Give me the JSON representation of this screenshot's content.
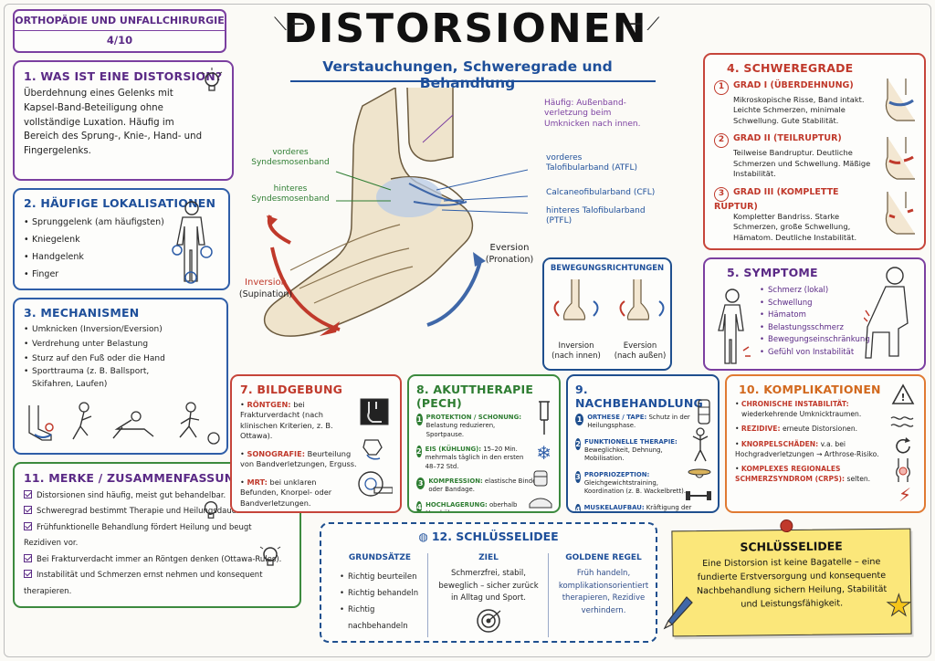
{
  "header": {
    "course": "ORTHOPÄDIE UND UNFALLCHIRURGIE",
    "page": "4/10",
    "title": "DISTORSIONEN",
    "subtitle": "Verstauchungen, Schweregrade und Behandlung"
  },
  "s1": {
    "title": "1. WAS IST EINE DISTORSION?",
    "text": "Überdehnung eines Gelenks mit Kapsel-Band-Beteiligung ohne vollständige Luxation. Häufig im Bereich des Sprung-, Knie-, Hand- und Fingergelenks."
  },
  "s2": {
    "title": "2. HÄUFIGE LOKALISATIONEN",
    "items": [
      "Sprunggelenk (am häufigsten)",
      "Kniegelenk",
      "Handgelenk",
      "Finger"
    ]
  },
  "s3": {
    "title": "3. MECHANISMEN",
    "items": [
      "Umknicken (Inversion/Eversion)",
      "Verdrehung unter Belastung",
      "Sturz auf den Fuß oder die Hand",
      "Sporttrauma (z. B. Ballsport, Skifahren, Laufen)"
    ]
  },
  "foot": {
    "vorderes": "vorderes Syndesmosenband",
    "hinteres": "hinteres Syndesmosenband",
    "haeufig": "Häufig: Außenband-verletzung beim Umknicken nach innen.",
    "atfl": "vorderes Talofibularband (ATFL)",
    "cfl": "Calcaneofibularband (CFL)",
    "ptfl": "hinteres Talofibularband (PTFL)",
    "inversion": "Inversion",
    "supination": "(Supination)",
    "eversion": "Eversion",
    "pronation": "(Pronation)"
  },
  "bew": {
    "title": "BEWEGUNGSRICHTUNGEN",
    "inv": "Inversion",
    "inv_sub": "(nach innen)",
    "ev": "Eversion",
    "ev_sub": "(nach außen)"
  },
  "s4": {
    "title": "4. SCHWEREGRADE",
    "grades": [
      {
        "num": "1",
        "name": "GRAD I (ÜBERDEHNUNG)",
        "text": "Mikroskopische Risse, Band intakt. Leichte Schmerzen, minimale Schwellung. Gute Stabilität."
      },
      {
        "num": "2",
        "name": "GRAD II (TEILRUPTUR)",
        "text": "Teilweise Bandruptur. Deutliche Schmerzen und Schwellung. Mäßige Instabilität."
      },
      {
        "num": "3",
        "name": "GRAD III (KOMPLETTE RUPTUR)",
        "text": "Kompletter Bandriss. Starke Schmerzen, große Schwellung, Hämatom. Deutliche Instabilität."
      }
    ]
  },
  "s5": {
    "title": "5. SYMPTOME",
    "items": [
      "Schmerz (lokal)",
      "Schwellung",
      "Hämatom",
      "Belastungsschmerz",
      "Bewegungseinschränkung",
      "Gefühl von Instabilität"
    ]
  },
  "s7": {
    "title": "7. BILDGEBUNG",
    "items": [
      {
        "k": "RÖNTGEN:",
        "v": "bei Frakturverdacht (nach klinischen Kriterien, z. B. Ottawa)."
      },
      {
        "k": "SONOGRAFIE:",
        "v": "Beurteilung von Bandverletzungen, Erguss."
      },
      {
        "k": "MRT:",
        "v": "bei unklaren Befunden, Knorpel- oder Bandverletzungen."
      }
    ]
  },
  "s8": {
    "title": "8. AKUTTHERAPIE (PECH)",
    "items": [
      {
        "n": "1",
        "k": "PROTEKTION / SCHONUNG:",
        "v": "Belastung reduzieren, Sportpause."
      },
      {
        "n": "2",
        "k": "EIS (KÜHLUNG):",
        "v": "15–20 Min. mehrmals täglich in den ersten 48–72 Std."
      },
      {
        "n": "3",
        "k": "KOMPRESSION:",
        "v": "elastische Binde oder Bandage."
      },
      {
        "n": "4",
        "k": "HOCHLAGERUNG:",
        "v": "oberhalb Herzhöhe zur Schwellungsreduktion."
      }
    ]
  },
  "s9": {
    "title": "9. NACHBEHANDLUNG",
    "items": [
      {
        "n": "1",
        "k": "ORTHESE / TAPE:",
        "v": "Schutz in der Heilungsphase."
      },
      {
        "n": "2",
        "k": "FUNKTIONELLE THERAPIE:",
        "v": "Beweglichkeit, Dehnung, Mobilisation."
      },
      {
        "n": "3",
        "k": "PROPRIOZEPTION:",
        "v": "Gleichgewichtstraining, Koordination (z. B. Wackelbrett)."
      },
      {
        "n": "4",
        "k": "MUSKELAUFBAU:",
        "v": "Kräftigung der umliegenden Muskulatur, sportartspezifisches Training."
      }
    ]
  },
  "s10": {
    "title": "10. KOMPLIKATIONEN",
    "items": [
      {
        "k": "CHRONISCHE INSTABILITÄT:",
        "v": "wiederkehrende Umknicktraumen."
      },
      {
        "k": "REZIDIVE:",
        "v": "erneute Distorsionen."
      },
      {
        "k": "KNORPELSCHÄDEN:",
        "v": "v.a. bei Hochgradverletzungen → Arthrose-Risiko."
      },
      {
        "k": "KOMPLEXES REGIONALES SCHMERZSYNDROM (CRPS):",
        "v": "selten."
      }
    ]
  },
  "s11": {
    "title": "11. MERKE / ZUSAMMENFASSUNG",
    "items": [
      "Distorsionen sind häufig, meist gut behandelbar.",
      "Schweregrad bestimmt Therapie und Heilungsdauer.",
      "Frühfunktionelle Behandlung fördert Heilung und beugt Rezidiven vor.",
      "Bei Frakturverdacht immer an Röntgen denken (Ottawa-Rules).",
      "Instabilität und Schmerzen ernst nehmen und konsequent therapieren."
    ]
  },
  "s12": {
    "title": "12. SCHLÜSSELIDEE",
    "c1_title": "GRUNDSÄTZE",
    "c1_items": [
      "Richtig beurteilen",
      "Richtig behandeln",
      "Richtig nachbehandeln"
    ],
    "c2_title": "ZIEL",
    "c2_text": "Schmerzfrei, stabil, beweglich – sicher zurück in Alltag und Sport.",
    "c3_title": "GOLDENE REGEL",
    "c3_text": "Früh handeln, komplikationsorientiert therapieren, Rezidive verhindern."
  },
  "note": {
    "title": "SCHLÜSSELIDEE",
    "text": "Eine Distorsion ist keine Bagatelle – eine fundierte Erstversorgung und konsequente Nachbehandlung sichern Heilung, Stabilität und Leistungsfähigkeit."
  }
}
